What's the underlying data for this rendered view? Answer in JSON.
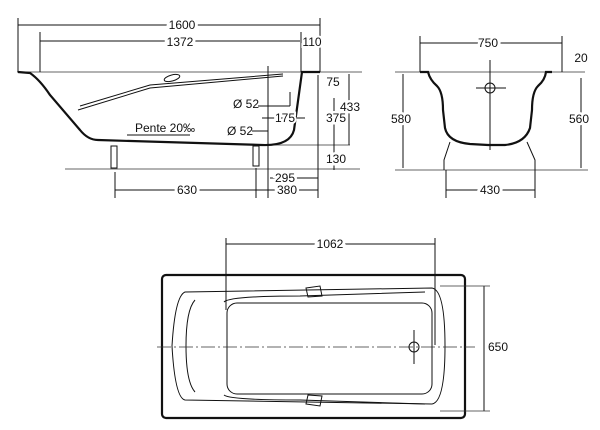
{
  "side_view": {
    "overall_length": "1600",
    "inner_length": "1372",
    "rim_offset": "110",
    "overflow_depth": "75",
    "overflow_diameter": "Ø 52",
    "overflow_to_end": "175",
    "overflow_height": "375",
    "inner_depth": "433",
    "drain_diameter": "Ø 52",
    "slope": "Pente 20‰",
    "base_height": "130",
    "drain_to_end": "295",
    "leg_to_end": "380",
    "leg_spacing": "630"
  },
  "end_view": {
    "width": "750",
    "rim_thickness": "20",
    "total_height": "580",
    "body_height": "560",
    "leg_spacing": "430"
  },
  "plan_view": {
    "basin_length": "1062",
    "width": "650"
  }
}
